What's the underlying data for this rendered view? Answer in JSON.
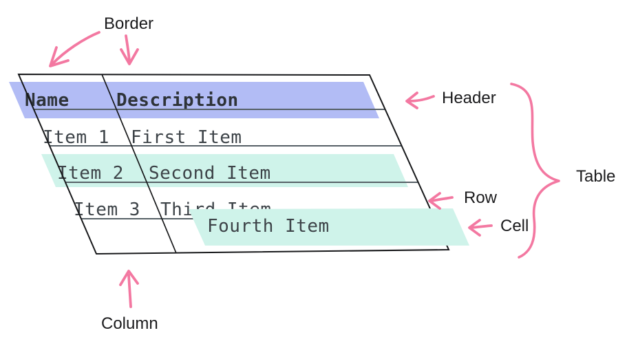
{
  "diagram": {
    "annotations": {
      "border": "Border",
      "header": "Header",
      "row": "Row",
      "cell": "Cell",
      "table": "Table",
      "column": "Column"
    },
    "table": {
      "columns": [
        "Name",
        "Description"
      ],
      "rows": [
        {
          "name": "Item 1",
          "description": "First Item"
        },
        {
          "name": "Item 2",
          "description": "Second Item"
        },
        {
          "name": "Item 3",
          "description": "Third Item"
        },
        {
          "name": "",
          "description": "Fourth Item"
        }
      ]
    },
    "colors": {
      "headerHighlight": "#b2bcf5",
      "rowHighlight": "#cff3ea",
      "cellHighlight": "#cff3ea",
      "pink": "#f378a1",
      "line": "#17181a",
      "grid": "#566066",
      "tableText": "#3d4348",
      "headerText": "#2e3338",
      "labelText": "#1b1b1d"
    }
  }
}
